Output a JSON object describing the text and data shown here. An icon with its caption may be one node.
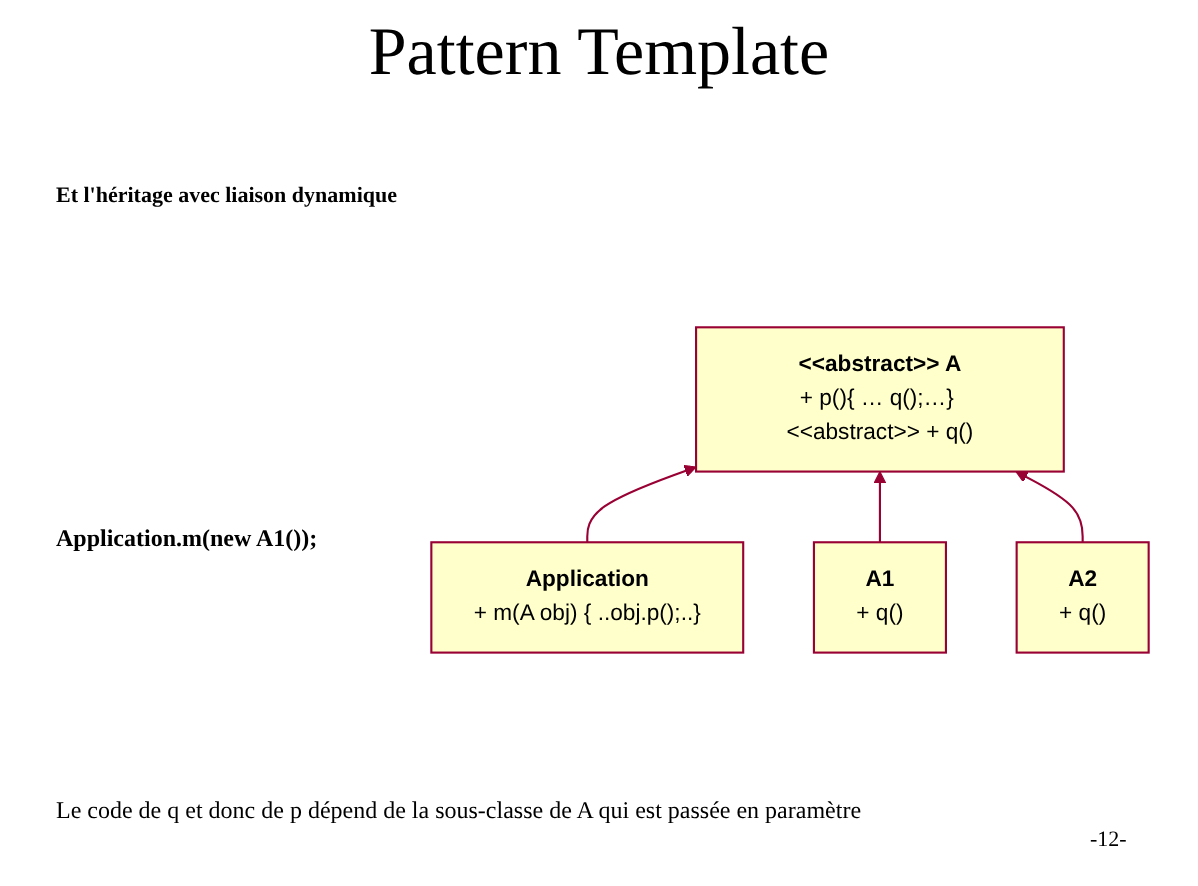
{
  "diagram": {
    "title": "Pattern Template",
    "caption": "Le code de q et donc de p dépend de la sous-classe de A qui est passée en paramètre",
    "nodes": [
      {
        "text": [
          "Application",
          "+ m(A obj) { ..obj.p();..}"
        ]
      },
      {
        "text": [
          "<<abstract>> A",
          "+ p(){ … q();…} <<abstract>> + q()"
        ]
      },
      {
        "text": [
          "A1",
          "+ q()"
        ]
      },
      {
        "text": [
          "A2",
          "+ q()"
        ]
      }
    ],
    "edges": [
      {
        "from": 0,
        "to": 1,
        "arrow": "to"
      },
      {
        "from": 2,
        "to": 1,
        "arrow": "to"
      },
      {
        "from": 3,
        "to": 1,
        "arrow": "to"
      }
    ],
    "labels": [
      "Et l'héritage avec liaison dynamique",
      "Application.m(new A1());",
      "-12-"
    ]
  }
}
